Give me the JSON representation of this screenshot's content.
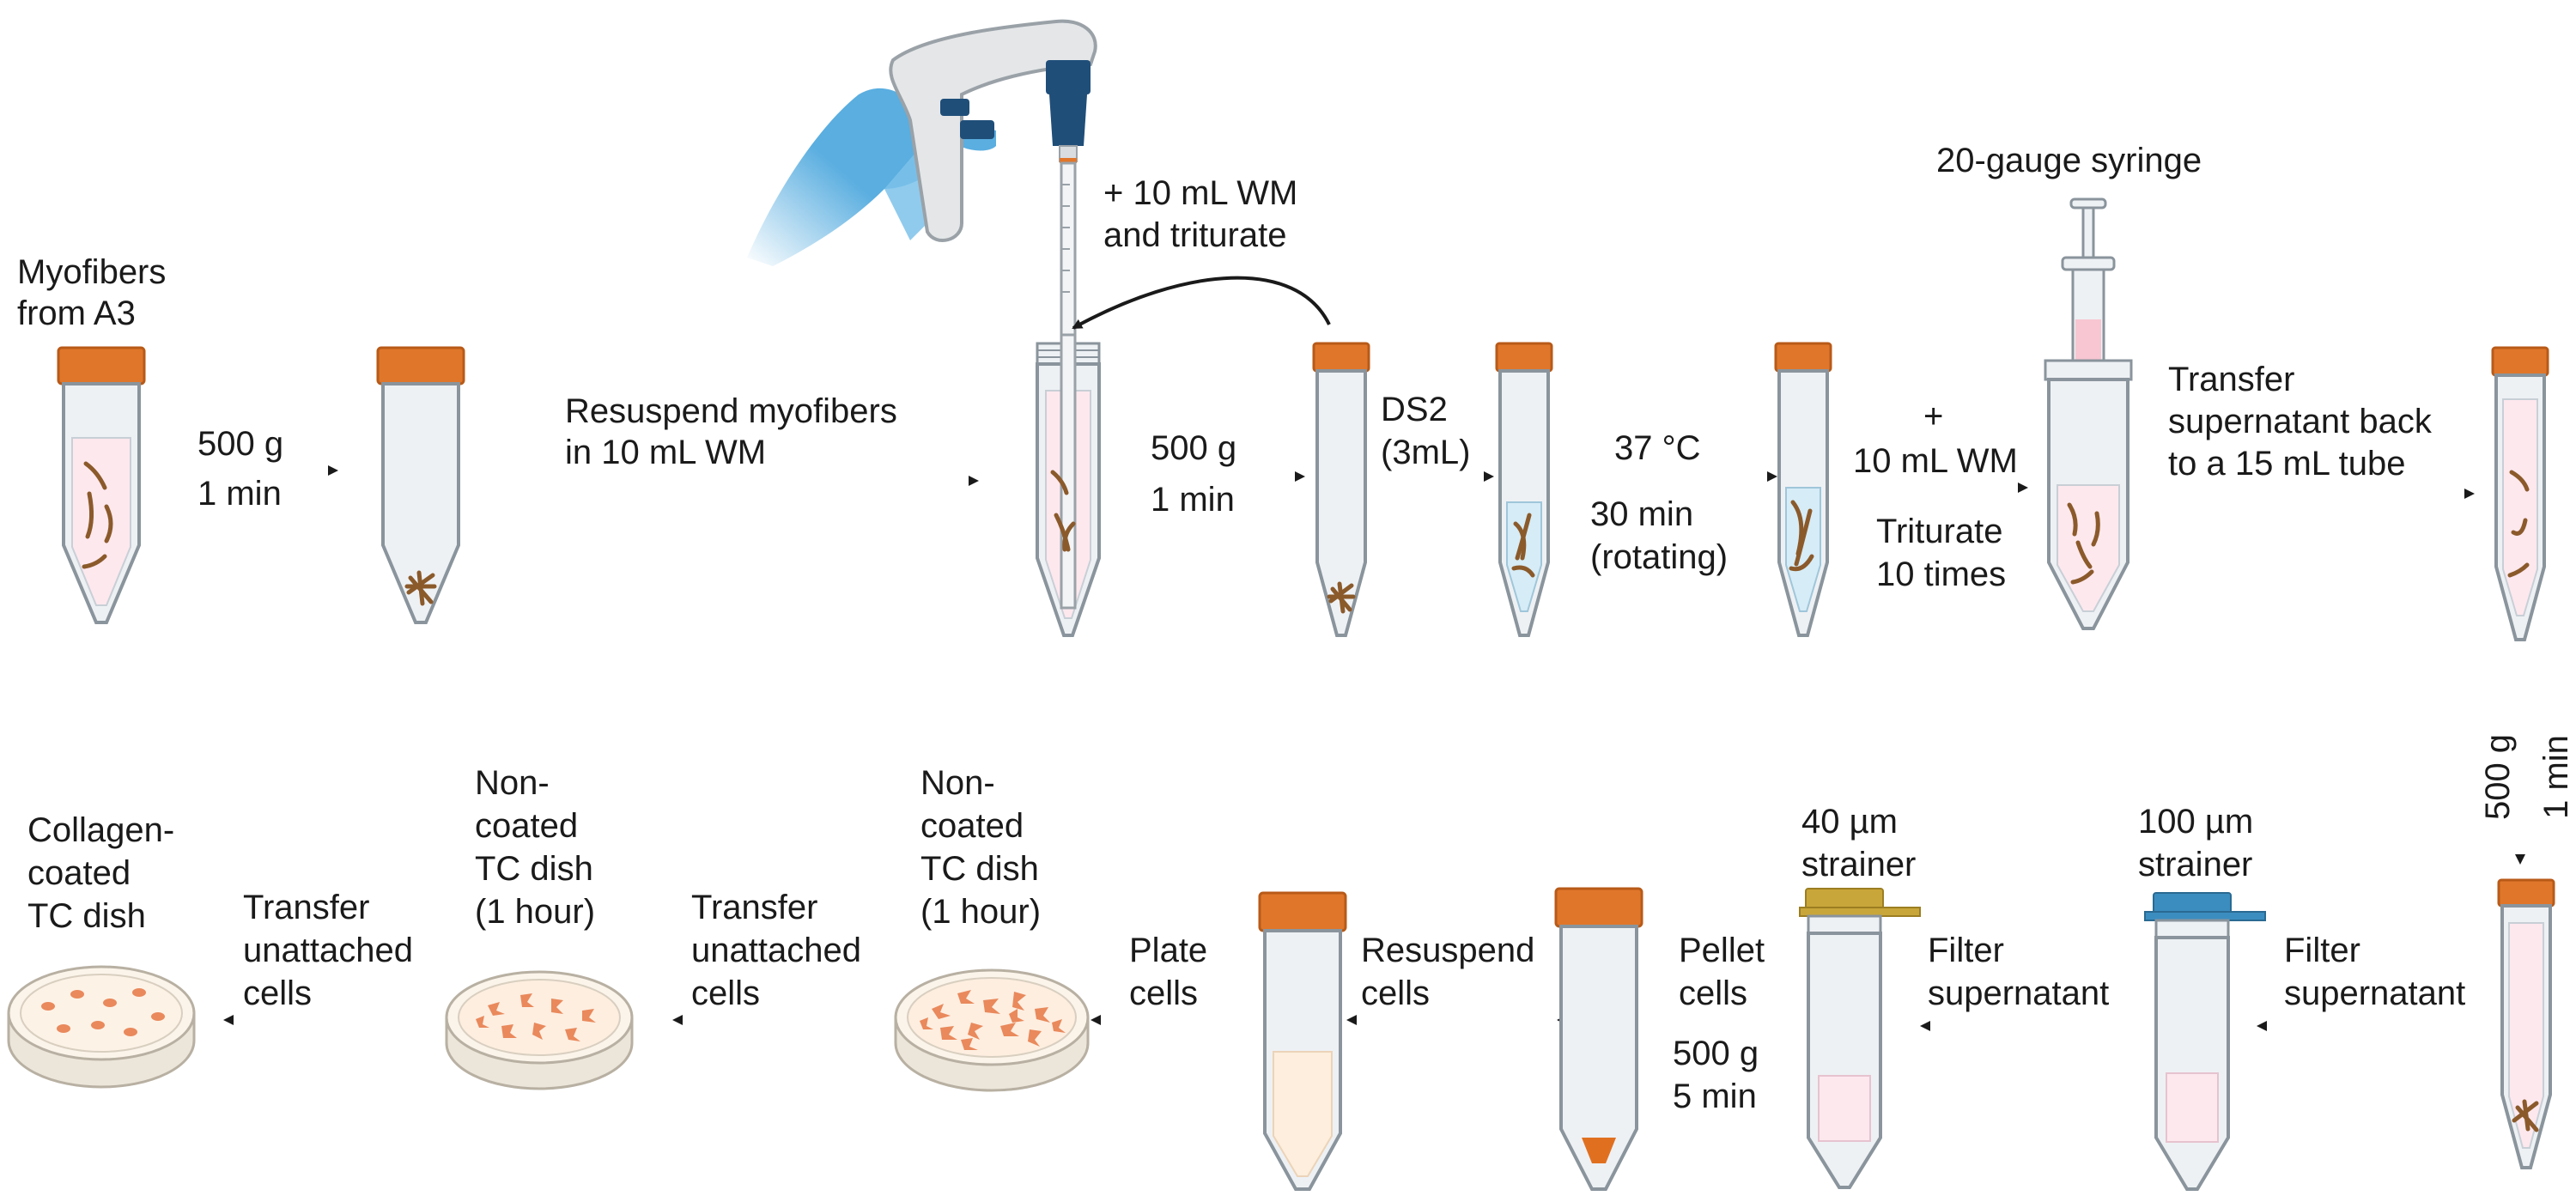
{
  "colors": {
    "cap": "#e0762a",
    "cap_dark": "#b85a18",
    "tube_fill": "#eef1f4",
    "tube_stroke": "#8a949c",
    "liquid_pink": "#fde8ee",
    "liquid_blue": "#d6ecf6",
    "fiber": "#8b5a2b",
    "pellet": "#e07020",
    "arrow": "#1a1a1a",
    "strainer_40": "#c9a63a",
    "strainer_100": "#3b8dbf",
    "glove": "#5aaee0",
    "pipette_blue": "#1f4e79",
    "dish_cells": "#e9895c"
  },
  "labels": {
    "myofibers_l1": "Myofibers",
    "myofibers_l2": "from A3",
    "step1_l1": "500 g",
    "step1_l2": "1 min",
    "step2_l1": "Resuspend myofibers",
    "step2_l2": "in 10 mL WM",
    "pipette_l1": "+ 10 mL WM",
    "pipette_l2": "and triturate",
    "step3_l1": "500 g",
    "step3_l2": "1 min",
    "step4_l1": "DS2",
    "step4_l2": "(3mL)",
    "step5_l1": "37 °C",
    "step5_l2": "30 min",
    "step5_l3": "(rotating)",
    "step6_l1": "+",
    "step6_l2": "10 mL WM",
    "step6_l3": "Triturate",
    "step6_l4": "10 times",
    "syringe": "20-gauge syringe",
    "step7_l1": "Transfer",
    "step7_l2": "supernatant back",
    "step7_l3": "to a 15 mL tube",
    "step8_l1": "500 g",
    "step8_l2": "1 min",
    "strainer100_l1": "100 µm",
    "strainer100_l2": "strainer",
    "step9_l1": "Filter",
    "step9_l2": "supernatant",
    "strainer40_l1": "40 µm",
    "strainer40_l2": "strainer",
    "step10_l1": "Filter",
    "step10_l2": "supernatant",
    "step11_l1": "Pellet",
    "step11_l2": "cells",
    "step11_l3": "500 g",
    "step11_l4": "5 min",
    "step12_l1": "Resuspend",
    "step12_l2": "cells",
    "step13_l1": "Plate",
    "step13_l2": "cells",
    "dish1_l1": "Non-",
    "dish1_l2": "coated",
    "dish1_l3": "TC dish",
    "dish1_l4": "(1 hour)",
    "step14_l1": "Transfer",
    "step14_l2": "unattached",
    "step14_l3": "cells",
    "dish2_l1": "Non-",
    "dish2_l2": "coated",
    "dish2_l3": "TC dish",
    "dish2_l4": "(1 hour)",
    "step15_l1": "Transfer",
    "step15_l2": "unattached",
    "step15_l3": "cells",
    "dish3_l1": "Collagen-",
    "dish3_l2": "coated",
    "dish3_l3": "TC dish"
  }
}
